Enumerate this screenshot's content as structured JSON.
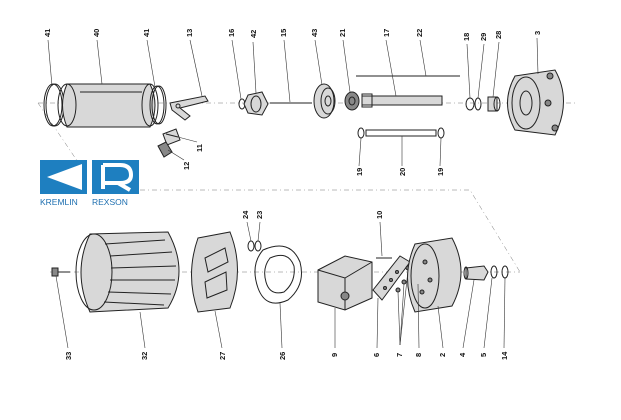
{
  "brand": {
    "left_name": "KREMLIN",
    "right_name": "REXSON",
    "left_color": "#1e7fc0",
    "right_color": "#1e7fc0"
  },
  "callouts": [
    {
      "id": "41",
      "label": "41"
    },
    {
      "id": "40",
      "label": "40"
    },
    {
      "id": "41b",
      "label": "41"
    },
    {
      "id": "13",
      "label": "13"
    },
    {
      "id": "16",
      "label": "16"
    },
    {
      "id": "42",
      "label": "42"
    },
    {
      "id": "15",
      "label": "15"
    },
    {
      "id": "43",
      "label": "43"
    },
    {
      "id": "21",
      "label": "21"
    },
    {
      "id": "17",
      "label": "17"
    },
    {
      "id": "22",
      "label": "22"
    },
    {
      "id": "18",
      "label": "18"
    },
    {
      "id": "29",
      "label": "29"
    },
    {
      "id": "28",
      "label": "28"
    },
    {
      "id": "3",
      "label": "3"
    },
    {
      "id": "11",
      "label": "11"
    },
    {
      "id": "12",
      "label": "12"
    },
    {
      "id": "19a",
      "label": "19"
    },
    {
      "id": "20",
      "label": "20"
    },
    {
      "id": "19b",
      "label": "19"
    },
    {
      "id": "10",
      "label": "10"
    },
    {
      "id": "24",
      "label": "24"
    },
    {
      "id": "23",
      "label": "23"
    },
    {
      "id": "33",
      "label": "33"
    },
    {
      "id": "32",
      "label": "32"
    },
    {
      "id": "27",
      "label": "27"
    },
    {
      "id": "26",
      "label": "26"
    },
    {
      "id": "9",
      "label": "9"
    },
    {
      "id": "6",
      "label": "6"
    },
    {
      "id": "7",
      "label": "7"
    },
    {
      "id": "8",
      "label": "8"
    },
    {
      "id": "2",
      "label": "2"
    },
    {
      "id": "4",
      "label": "4"
    },
    {
      "id": "5",
      "label": "5"
    },
    {
      "id": "14",
      "label": "14"
    }
  ]
}
